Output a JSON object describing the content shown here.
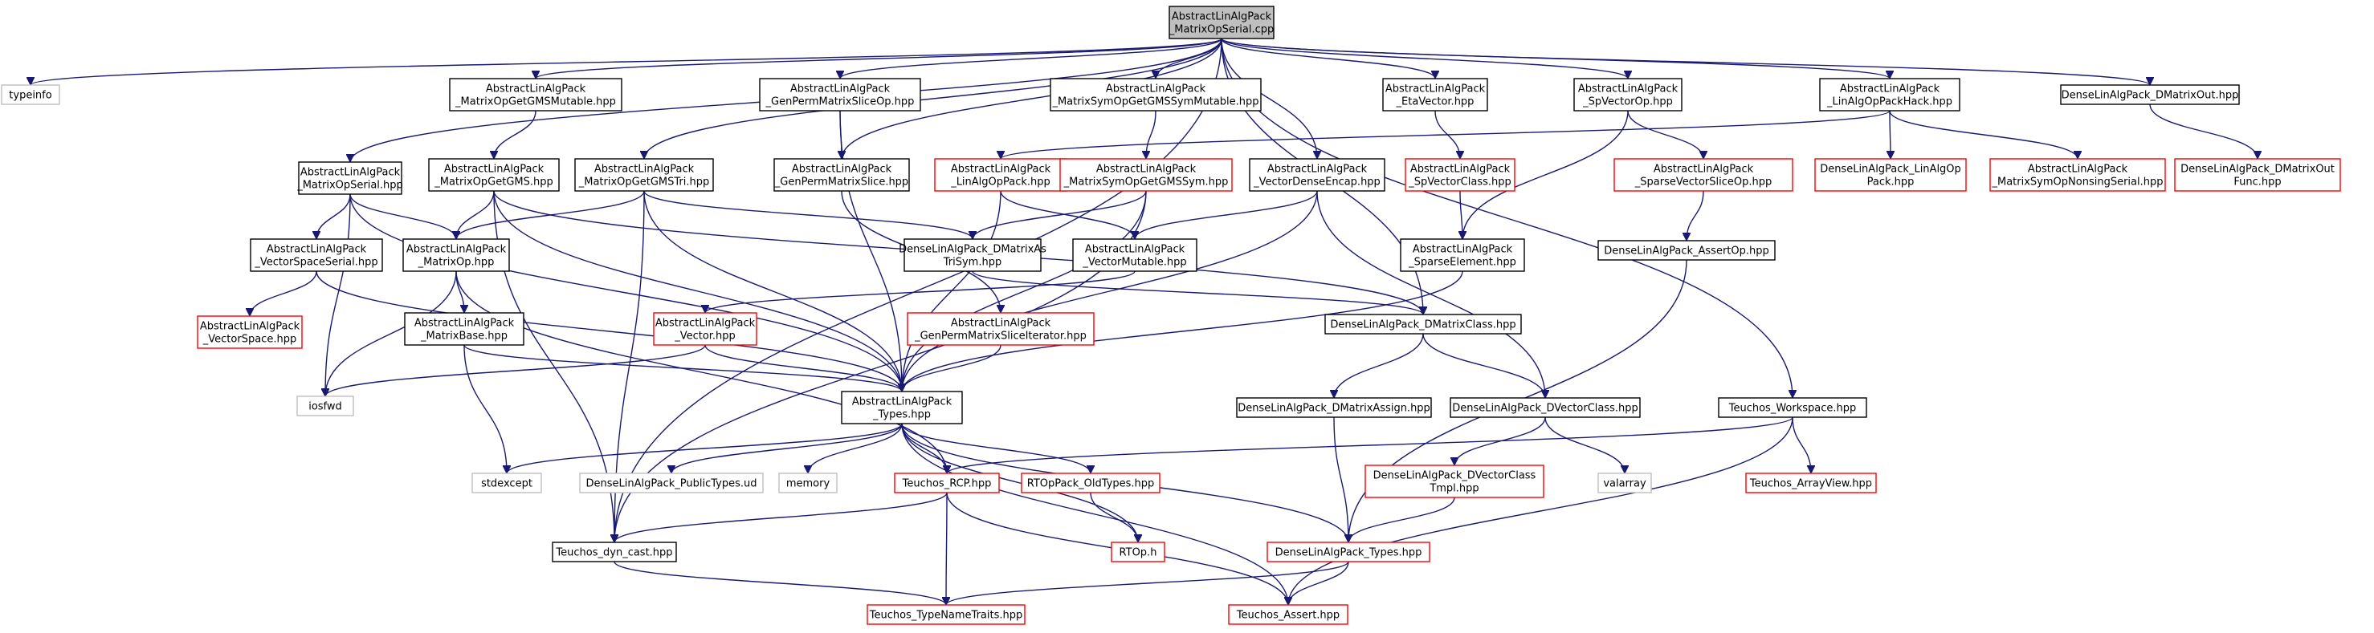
{
  "nodes": [
    {
      "id": "root",
      "lines": [
        "AbstractLinAlgPack",
        "_MatrixOpSerial.cpp"
      ],
      "style": "root"
    },
    {
      "id": "typeinfo",
      "lines": [
        "typeinfo"
      ],
      "style": "gray"
    },
    {
      "id": "mop_serial",
      "lines": [
        "AbstractLinAlgPack",
        "_MatrixOpSerial.hpp"
      ],
      "style": "black"
    },
    {
      "id": "gms_mut",
      "lines": [
        "AbstractLinAlgPack",
        "_MatrixOpGetGMSMutable.hpp"
      ],
      "style": "black"
    },
    {
      "id": "gpm_op",
      "lines": [
        "AbstractLinAlgPack",
        "_GenPermMatrixSliceOp.hpp"
      ],
      "style": "black"
    },
    {
      "id": "sym_mut",
      "lines": [
        "AbstractLinAlgPack",
        "_MatrixSymOpGetGMSSymMutable.hpp"
      ],
      "style": "black"
    },
    {
      "id": "eta",
      "lines": [
        "AbstractLinAlgPack",
        "_EtaVector.hpp"
      ],
      "style": "black"
    },
    {
      "id": "spvop",
      "lines": [
        "AbstractLinAlgPack",
        "_SpVectorOp.hpp"
      ],
      "style": "black"
    },
    {
      "id": "hack",
      "lines": [
        "AbstractLinAlgPack",
        "_LinAlgOpPackHack.hpp"
      ],
      "style": "black"
    },
    {
      "id": "dmout",
      "lines": [
        "DenseLinAlgPack_DMatrixOut.hpp"
      ],
      "style": "black"
    },
    {
      "id": "gms",
      "lines": [
        "AbstractLinAlgPack",
        "_MatrixOpGetGMS.hpp"
      ],
      "style": "black"
    },
    {
      "id": "gmstri",
      "lines": [
        "AbstractLinAlgPack",
        "_MatrixOpGetGMSTri.hpp"
      ],
      "style": "black"
    },
    {
      "id": "gpm",
      "lines": [
        "AbstractLinAlgPack",
        "_GenPermMatrixSlice.hpp"
      ],
      "style": "black"
    },
    {
      "id": "laop",
      "lines": [
        "AbstractLinAlgPack",
        "_LinAlgOpPack.hpp"
      ],
      "style": "red"
    },
    {
      "id": "symgms",
      "lines": [
        "AbstractLinAlgPack",
        "_MatrixSymOpGetGMSSym.hpp"
      ],
      "style": "red"
    },
    {
      "id": "vde",
      "lines": [
        "AbstractLinAlgPack",
        "_VectorDenseEncap.hpp"
      ],
      "style": "black"
    },
    {
      "id": "spvc",
      "lines": [
        "AbstractLinAlgPack",
        "_SpVectorClass.hpp"
      ],
      "style": "red"
    },
    {
      "id": "svso",
      "lines": [
        "AbstractLinAlgPack",
        "_SparseVectorSliceOp.hpp"
      ],
      "style": "red"
    },
    {
      "id": "dlaop",
      "lines": [
        "DenseLinAlgPack_LinAlgOp",
        "Pack.hpp"
      ],
      "style": "red"
    },
    {
      "id": "msns",
      "lines": [
        "AbstractLinAlgPack",
        "_MatrixSymOpNonsingSerial.hpp"
      ],
      "style": "red"
    },
    {
      "id": "dmoutf",
      "lines": [
        "DenseLinAlgPack_DMatrixOut",
        "Func.hpp"
      ],
      "style": "red"
    },
    {
      "id": "vss",
      "lines": [
        "AbstractLinAlgPack",
        "_VectorSpaceSerial.hpp"
      ],
      "style": "black"
    },
    {
      "id": "mop",
      "lines": [
        "AbstractLinAlgPack",
        "_MatrixOp.hpp"
      ],
      "style": "black"
    },
    {
      "id": "trisym",
      "lines": [
        "DenseLinAlgPack_DMatrixAs",
        "TriSym.hpp"
      ],
      "style": "black"
    },
    {
      "id": "vmut",
      "lines": [
        "AbstractLinAlgPack",
        "_VectorMutable.hpp"
      ],
      "style": "black"
    },
    {
      "id": "spel",
      "lines": [
        "AbstractLinAlgPack",
        "_SparseElement.hpp"
      ],
      "style": "black"
    },
    {
      "id": "assertop",
      "lines": [
        "DenseLinAlgPack_AssertOp.hpp"
      ],
      "style": "black"
    },
    {
      "id": "vspace",
      "lines": [
        "AbstractLinAlgPack",
        "_VectorSpace.hpp"
      ],
      "style": "red"
    },
    {
      "id": "mbase",
      "lines": [
        "AbstractLinAlgPack",
        "_MatrixBase.hpp"
      ],
      "style": "black"
    },
    {
      "id": "vec",
      "lines": [
        "AbstractLinAlgPack",
        "_Vector.hpp"
      ],
      "style": "red"
    },
    {
      "id": "gpmit",
      "lines": [
        "AbstractLinAlgPack",
        "_GenPermMatrixSliceIterator.hpp"
      ],
      "style": "red"
    },
    {
      "id": "dmc",
      "lines": [
        "DenseLinAlgPack_DMatrixClass.hpp"
      ],
      "style": "black"
    },
    {
      "id": "iosfwd",
      "lines": [
        "iosfwd"
      ],
      "style": "gray"
    },
    {
      "id": "types",
      "lines": [
        "AbstractLinAlgPack",
        "_Types.hpp"
      ],
      "style": "black"
    },
    {
      "id": "dma",
      "lines": [
        "DenseLinAlgPack_DMatrixAssign.hpp"
      ],
      "style": "black"
    },
    {
      "id": "dvc",
      "lines": [
        "DenseLinAlgPack_DVectorClass.hpp"
      ],
      "style": "black"
    },
    {
      "id": "ws",
      "lines": [
        "Teuchos_Workspace.hpp"
      ],
      "style": "black"
    },
    {
      "id": "stdexcept",
      "lines": [
        "stdexcept"
      ],
      "style": "gray"
    },
    {
      "id": "pubtypes",
      "lines": [
        "DenseLinAlgPack_PublicTypes.ud"
      ],
      "style": "gray"
    },
    {
      "id": "memory",
      "lines": [
        "memory"
      ],
      "style": "gray"
    },
    {
      "id": "rcp",
      "lines": [
        "Teuchos_RCP.hpp"
      ],
      "style": "red"
    },
    {
      "id": "oldtypes",
      "lines": [
        "RTOpPack_OldTypes.hpp"
      ],
      "style": "red"
    },
    {
      "id": "dvct",
      "lines": [
        "DenseLinAlgPack_DVectorClass",
        "Tmpl.hpp"
      ],
      "style": "red"
    },
    {
      "id": "valarray",
      "lines": [
        "valarray"
      ],
      "style": "gray"
    },
    {
      "id": "arrview",
      "lines": [
        "Teuchos_ArrayView.hpp"
      ],
      "style": "red"
    },
    {
      "id": "dyncast",
      "lines": [
        "Teuchos_dyn_cast.hpp"
      ],
      "style": "black"
    },
    {
      "id": "rtoph",
      "lines": [
        "RTOp.h"
      ],
      "style": "red"
    },
    {
      "id": "dtypes",
      "lines": [
        "DenseLinAlgPack_Types.hpp"
      ],
      "style": "red"
    },
    {
      "id": "tnt",
      "lines": [
        "Teuchos_TypeNameTraits.hpp"
      ],
      "style": "red"
    },
    {
      "id": "assert",
      "lines": [
        "Teuchos_Assert.hpp"
      ],
      "style": "red"
    }
  ],
  "edges": [
    [
      "root",
      "typeinfo"
    ],
    [
      "root",
      "mop_serial"
    ],
    [
      "root",
      "gms_mut"
    ],
    [
      "root",
      "gpm_op"
    ],
    [
      "root",
      "sym_mut"
    ],
    [
      "root",
      "eta"
    ],
    [
      "root",
      "spvop"
    ],
    [
      "root",
      "hack"
    ],
    [
      "root",
      "dmout"
    ],
    [
      "root",
      "gmstri"
    ],
    [
      "root",
      "gpm"
    ],
    [
      "root",
      "vde"
    ],
    [
      "root",
      "dmc"
    ],
    [
      "root",
      "ws"
    ],
    [
      "root",
      "dyncast"
    ],
    [
      "gms_mut",
      "gms"
    ],
    [
      "gpm_op",
      "gpm"
    ],
    [
      "gpm_op",
      "types"
    ],
    [
      "sym_mut",
      "symgms"
    ],
    [
      "eta",
      "spvc"
    ],
    [
      "spvop",
      "svso"
    ],
    [
      "spvop",
      "spel"
    ],
    [
      "hack",
      "laop"
    ],
    [
      "hack",
      "dlaop"
    ],
    [
      "hack",
      "msns"
    ],
    [
      "dmout",
      "dmoutf"
    ],
    [
      "mop_serial",
      "vss"
    ],
    [
      "mop_serial",
      "mop"
    ],
    [
      "mop_serial",
      "iosfwd"
    ],
    [
      "mop_serial",
      "types"
    ],
    [
      "gms",
      "mop"
    ],
    [
      "gms",
      "dmc"
    ],
    [
      "gms",
      "types"
    ],
    [
      "gms",
      "dyncast"
    ],
    [
      "gmstri",
      "mop"
    ],
    [
      "gmstri",
      "trisym"
    ],
    [
      "gmstri",
      "types"
    ],
    [
      "gmstri",
      "dyncast"
    ],
    [
      "gpm",
      "gpmit"
    ],
    [
      "laop",
      "vmut"
    ],
    [
      "laop",
      "types"
    ],
    [
      "symgms",
      "trisym"
    ],
    [
      "symgms",
      "types"
    ],
    [
      "symgms",
      "dyncast"
    ],
    [
      "vde",
      "vmut"
    ],
    [
      "vde",
      "types"
    ],
    [
      "vde",
      "dvc"
    ],
    [
      "spvc",
      "spel"
    ],
    [
      "svso",
      "assertop"
    ],
    [
      "assertop",
      "dtypes"
    ],
    [
      "spel",
      "types"
    ],
    [
      "vss",
      "vspace"
    ],
    [
      "vss",
      "types"
    ],
    [
      "mop",
      "mbase"
    ],
    [
      "mop",
      "iosfwd"
    ],
    [
      "mop",
      "rcp"
    ],
    [
      "trisym",
      "dmc"
    ],
    [
      "vmut",
      "vec"
    ],
    [
      "vec",
      "types"
    ],
    [
      "vec",
      "iosfwd"
    ],
    [
      "gpmit",
      "types"
    ],
    [
      "mbase",
      "types"
    ],
    [
      "mbase",
      "stdexcept"
    ],
    [
      "dmc",
      "dma"
    ],
    [
      "dmc",
      "dvc"
    ],
    [
      "dma",
      "dtypes"
    ],
    [
      "dvc",
      "dvct"
    ],
    [
      "dvc",
      "valarray"
    ],
    [
      "dvct",
      "dtypes"
    ],
    [
      "types",
      "stdexcept"
    ],
    [
      "types",
      "pubtypes"
    ],
    [
      "types",
      "memory"
    ],
    [
      "types",
      "rcp"
    ],
    [
      "types",
      "oldtypes"
    ],
    [
      "types",
      "dtypes"
    ],
    [
      "types",
      "rtoph"
    ],
    [
      "types",
      "assert"
    ],
    [
      "ws",
      "rcp"
    ],
    [
      "ws",
      "arrview"
    ],
    [
      "ws",
      "assert"
    ],
    [
      "rcp",
      "dyncast"
    ],
    [
      "rcp",
      "tnt"
    ],
    [
      "rcp",
      "assert"
    ],
    [
      "oldtypes",
      "rtoph"
    ],
    [
      "dyncast",
      "tnt"
    ],
    [
      "dtypes",
      "tnt"
    ],
    [
      "dtypes",
      "assert"
    ]
  ]
}
